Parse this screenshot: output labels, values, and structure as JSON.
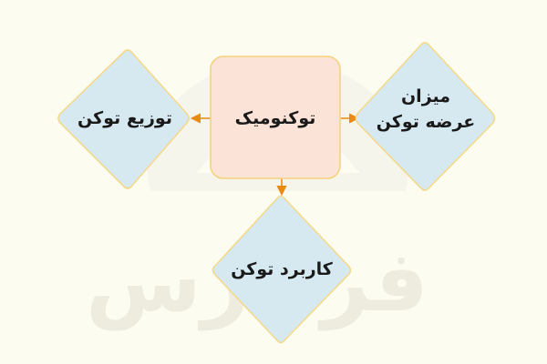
{
  "diagram": {
    "center_node": {
      "label": "توکنومیک"
    },
    "left_node": {
      "label": "توزیع توکن"
    },
    "right_node": {
      "line1": "میزان",
      "line2": "عرضه توکن"
    },
    "bottom_node": {
      "label": "کاربرد توکن"
    },
    "colors": {
      "background": "#fdfcf1",
      "center_fill": "#fce3d7",
      "center_stroke": "#f3d37c",
      "diamond_fill": "#d6e9f0",
      "diamond_stroke": "#f5d98a",
      "arrow": "#e98a13"
    }
  },
  "watermark": {
    "text": "فرادرس",
    "icon": "faradars-logo-icon"
  }
}
